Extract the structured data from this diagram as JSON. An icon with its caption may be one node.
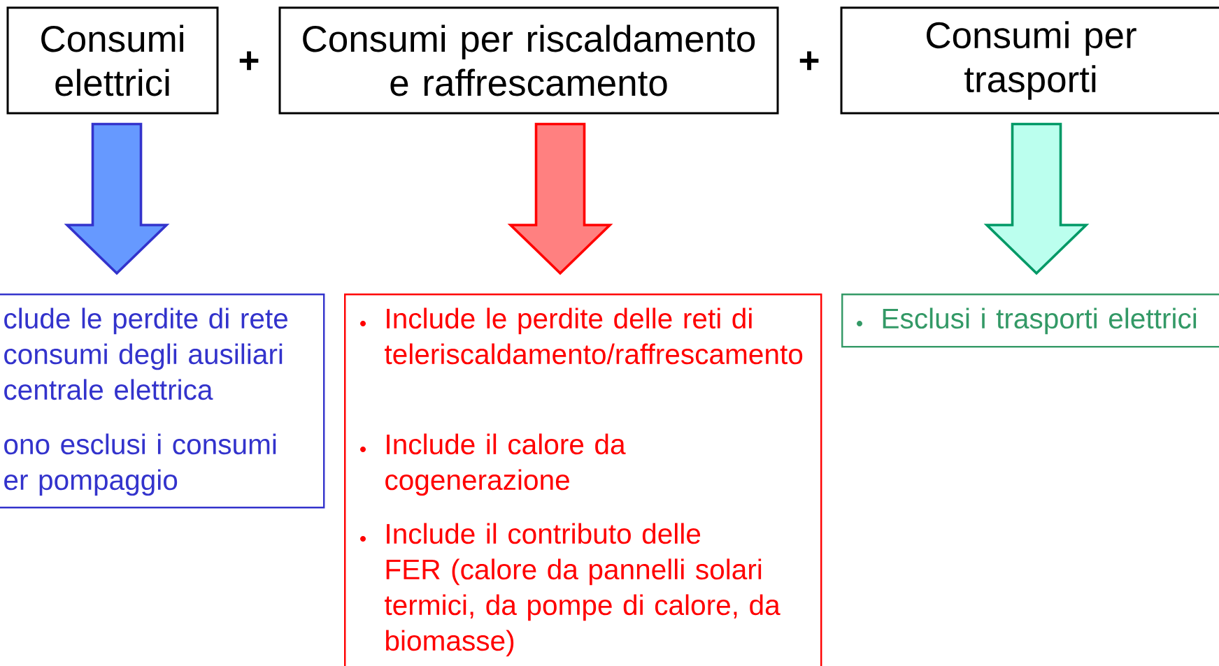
{
  "diagram": {
    "nodes": [
      {
        "text": [
          "Consumi elettrici"
        ]
      },
      {
        "text": [
          "Consumi per riscaldamento e raffrescamento"
        ]
      },
      {
        "text": [
          "Consumi per trasporti"
        ]
      },
      {
        "text": [
          "clude le perdite di rete consumi degli ausiliari centrale elettrica",
          "ono esclusi i consumi er pompaggio"
        ]
      },
      {
        "text": [
          "Include le perdite delle reti di teleriscaldamento/raffrescamento",
          "Include il calore da cogenerazione",
          "Include il contributo delle FER (calore da pannelli solari termici, da pompe di calore, da biomasse)"
        ]
      },
      {
        "text": [
          "Esclusi i trasporti elettrici"
        ]
      }
    ],
    "edges": [
      {
        "from": 0,
        "to": 3,
        "arrow": "to",
        "color": "#3333cc"
      },
      {
        "from": 1,
        "to": 4,
        "arrow": "to",
        "color": "#ff0000"
      },
      {
        "from": 2,
        "to": 5,
        "arrow": "to",
        "color": "#009966"
      }
    ],
    "labels": [
      "+",
      "+"
    ]
  }
}
